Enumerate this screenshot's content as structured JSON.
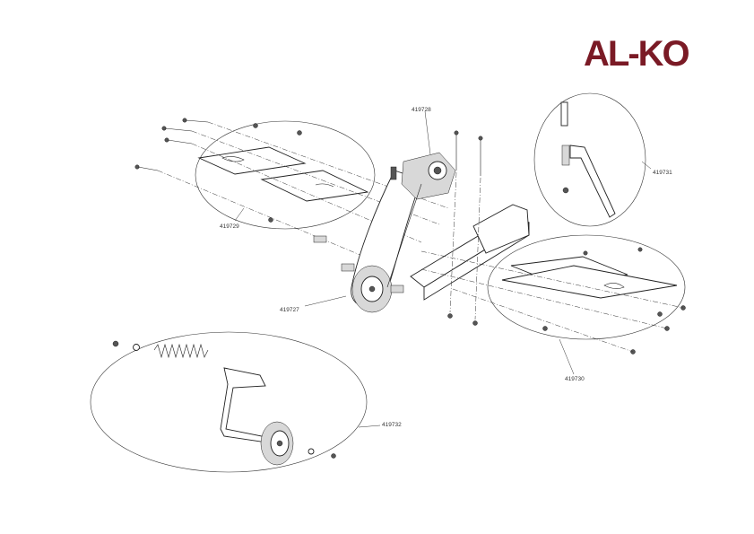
{
  "brand": {
    "logo_text": "AL-KO",
    "logo_color": "#7a1a25"
  },
  "parts": [
    {
      "id": "419728",
      "label": "419728"
    },
    {
      "id": "419729",
      "label": "419729"
    },
    {
      "id": "419731",
      "label": "419731"
    },
    {
      "id": "419727",
      "label": "419727"
    },
    {
      "id": "419730",
      "label": "419730"
    },
    {
      "id": "419732",
      "label": "419732"
    }
  ]
}
